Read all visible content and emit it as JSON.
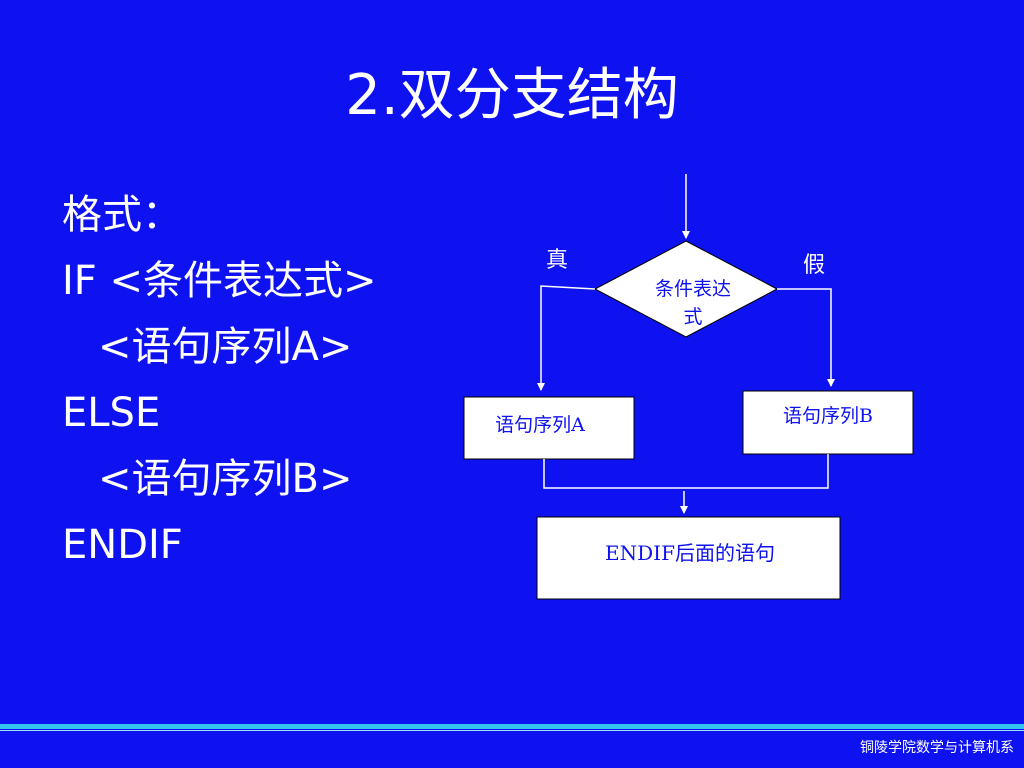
{
  "title": "2.双分支结构",
  "syntax": {
    "line1": "格式：",
    "line2": "IF <条件表达式>",
    "line3": "<语句序列A>",
    "line4": "ELSE",
    "line5": "<语句序列B>",
    "line6": "ENDIF"
  },
  "flowchart": {
    "condition_line1": "条件表达",
    "condition_line2": "式",
    "true_label": "真",
    "false_label": "假",
    "box_a": "语句序列A",
    "box_b": "语句序列B",
    "box_end": "ENDIF后面的语句"
  },
  "footer": "铜陵学院数学与计算机系",
  "colors": {
    "background": "#0F12F0",
    "text": "#FFFFFF",
    "footer_bar": "#35C4F0"
  }
}
